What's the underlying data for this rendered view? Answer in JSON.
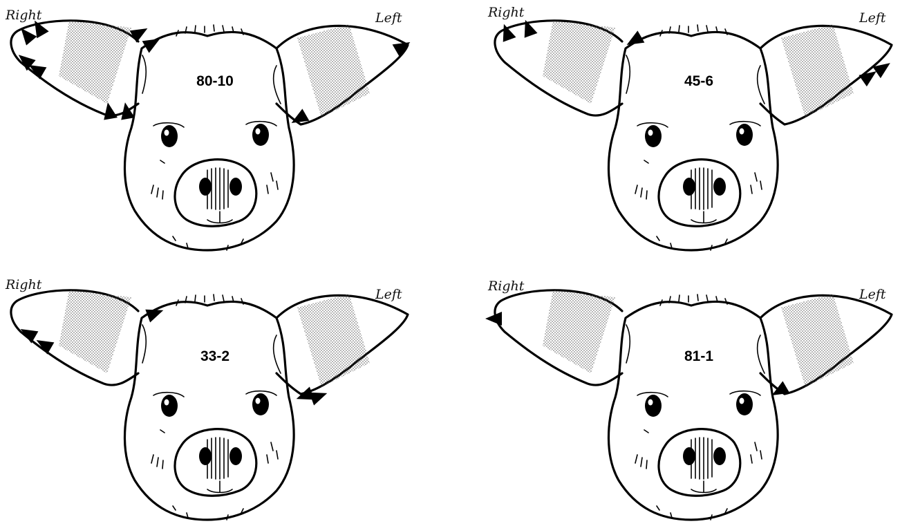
{
  "colors": {
    "ink": "#000000",
    "paper": "#ffffff",
    "shade": "#555555"
  },
  "pigs": [
    {
      "id": "80-10",
      "right_label": "Right",
      "left_label": "Left"
    },
    {
      "id": "45-6",
      "right_label": "Right",
      "left_label": "Left"
    },
    {
      "id": "33-2",
      "right_label": "Right",
      "left_label": "Left"
    },
    {
      "id": "81-1",
      "right_label": "Right",
      "left_label": "Left"
    }
  ]
}
